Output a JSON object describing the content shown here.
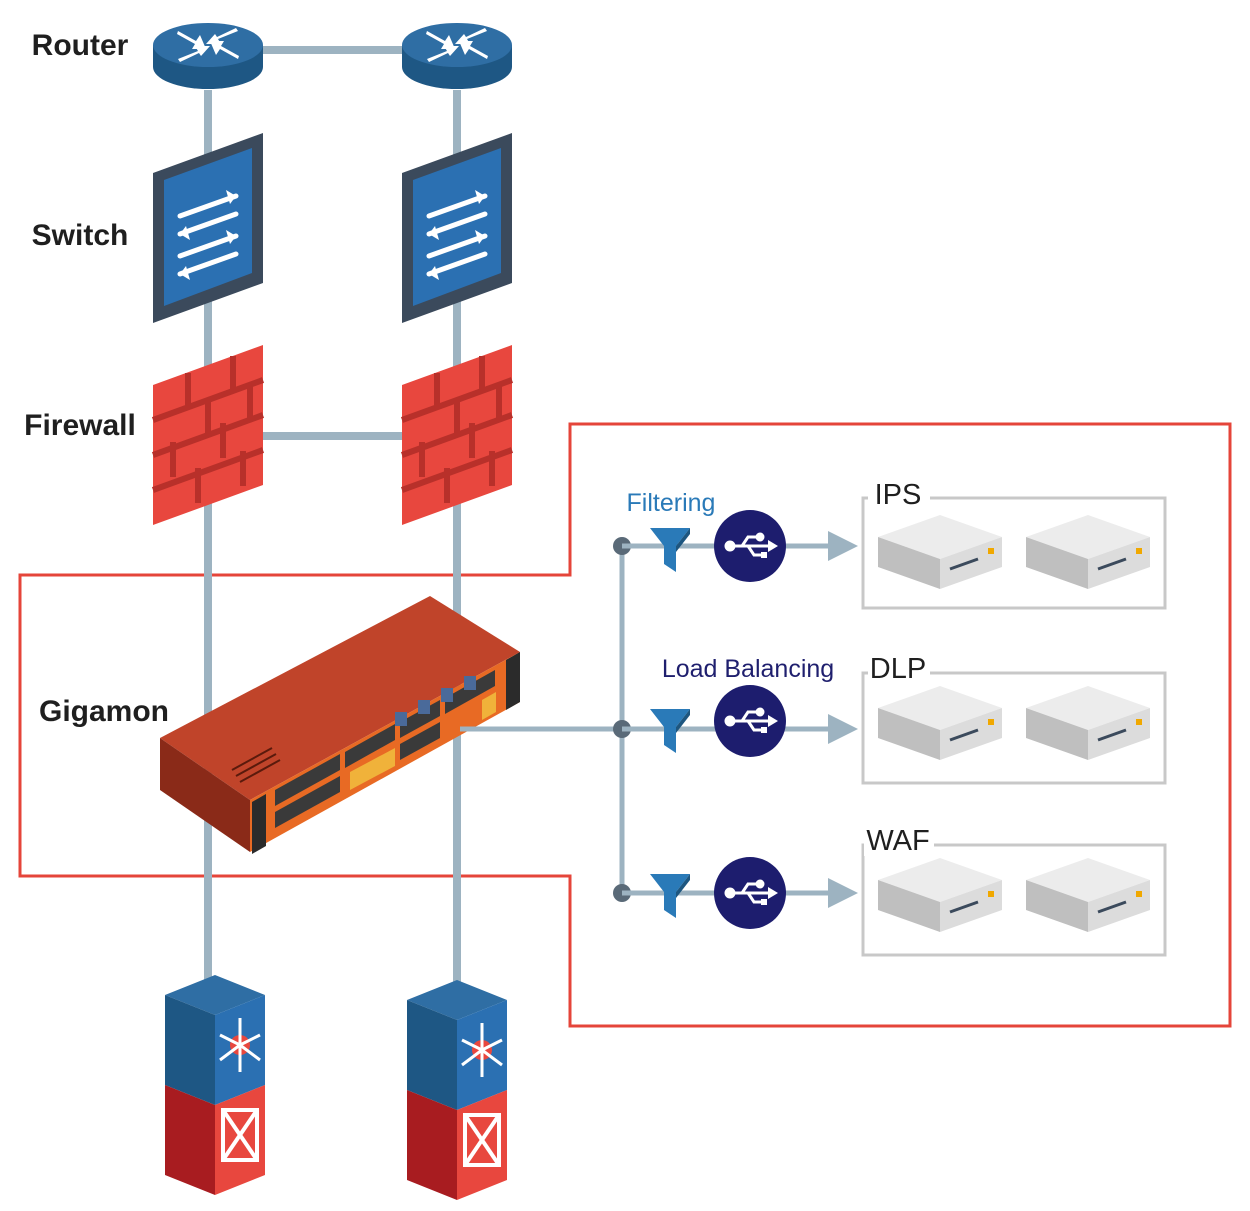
{
  "labels": {
    "router": "Router",
    "switch": "Switch",
    "firewall": "Firewall",
    "gigamon": "Gigamon"
  },
  "functions": {
    "filtering": "Filtering",
    "load_balancing": "Load Balancing"
  },
  "tool_groups": [
    {
      "name": "IPS"
    },
    {
      "name": "DLP"
    },
    {
      "name": "WAF"
    }
  ],
  "colors": {
    "link": "#9db3c1",
    "router_top": "#2f6ea4",
    "router_side": "#1e5784",
    "switch_frame": "#3b4a5c",
    "switch_face": "#2b70b2",
    "brick": "#e8473e",
    "brick_dark": "#b8302a",
    "gigamon_top": "#c0442a",
    "gigamon_face": "#e86a24",
    "highlight_border": "#e5453a",
    "usb_circle": "#1d1d6e",
    "filter_funnel": "#2a7ab8",
    "appliance": "#dcdcdc"
  }
}
